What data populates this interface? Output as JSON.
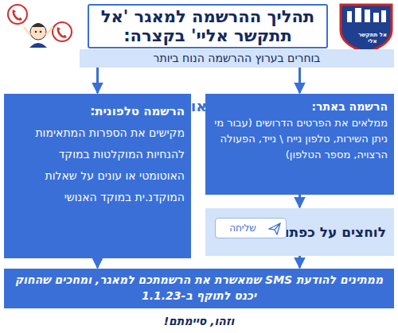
{
  "diagram": {
    "title": "תהליך ההרשמה למאגר 'אל תתקשר אליי' בקצרה:",
    "nodes": [
      {
        "text": [
          "תהליך ההרשמה למאגר 'אל תתקשר אליי' בקצרה:"
        ]
      },
      {
        "text": [
          "בוחרים בערוץ ההרשמה הנוח ביותר"
        ]
      },
      {
        "text": [
          "הרשמה באתר:",
          "ממלאים את הפרטים הדרושים (עבור מי ניתן השירות, טלפון נייח \\ נייד, הפעולה הרצויה, מספר הטלפון)"
        ]
      },
      {
        "text": [
          "הרשמה טלפונית:",
          "מקישים את הספרות המתאימות להנחיות המוקלטות במוקד האוטומטי או עונים על שאלות המוקדנ.ית במוקד האנושי"
        ]
      },
      {
        "text": [
          "לוחצים על כפתור"
        ]
      },
      {
        "text": [
          "שליחה"
        ],
        "in": 4
      },
      {
        "text": [
          "ממתינים להודעת SMS שמאשרת את הרשמתכם למאגר, ומחכים שהחוק יכנס לתוקף ב-1.1.23"
        ]
      }
    ],
    "edges": [
      {
        "from": 1,
        "to": 2,
        "arrow": "to"
      },
      {
        "from": 1,
        "to": 3,
        "arrow": "to"
      },
      {
        "from": 2,
        "to": 4,
        "arrow": "to"
      },
      {
        "from": 3,
        "to": 6,
        "arrow": "to"
      },
      {
        "from": 4,
        "to": 6,
        "arrow": "to"
      }
    ],
    "labels": [
      "אל תתקשר אלי",
      "או",
      "וזהו, סיימתם!"
    ]
  }
}
